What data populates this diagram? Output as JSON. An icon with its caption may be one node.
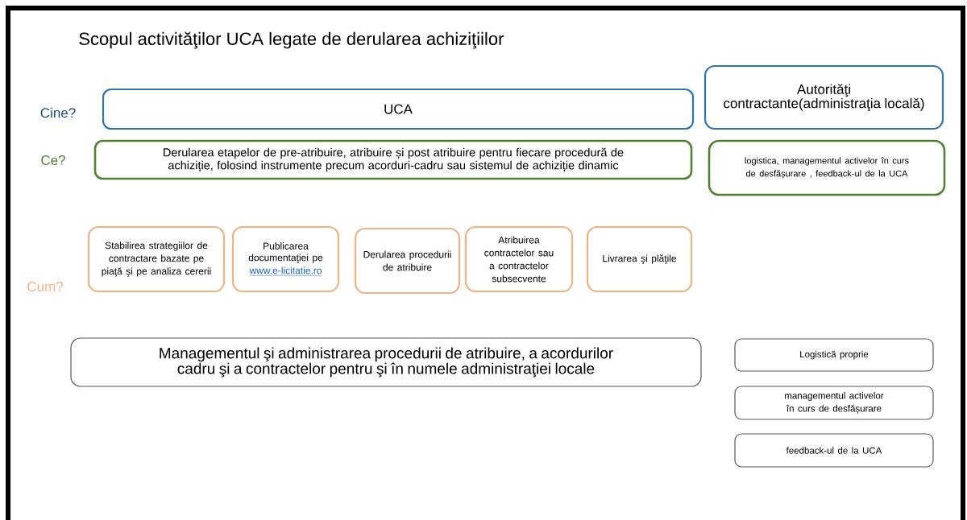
{
  "diagram": {
    "title": "Scopul activităţilor UCA legate de derularea achiziţiilor",
    "nodes": [
      {
        "text": [
          "UCA"
        ]
      },
      {
        "text": [
          "Autorităţi contractante(administraţia locală)"
        ]
      },
      {
        "text": [
          "Derularea etapelor de pre-atribuire, atribuire și post atribuire pentru fiecare procedură de achiziție, folosind instrumente precum acorduri-cadru sau sistemul de achiziție dinamic"
        ]
      },
      {
        "text": [
          "logistica, managementul activelor în curs de desfășurare , feedback-ul de la UCA"
        ]
      },
      {
        "text": [
          "Stabilirea strategiilor de contractare bazate pe piaţă şi pe analiza cererii"
        ]
      },
      {
        "text": [
          "Publicarea documentaţiei pe",
          "www.e-licitatie.ro"
        ]
      },
      {
        "text": [
          "Derularea procedurii de atribuire"
        ]
      },
      {
        "text": [
          "Atribuirea contractelor sau a contractelor subsecvente"
        ]
      },
      {
        "text": [
          "Livrarea şi plăţile"
        ]
      },
      {
        "text": [
          "Managementul şi administrarea procedurii de atribuire, a acordurilor cadru şi a contractelor pentru şi în numele administraţiei locale"
        ]
      },
      {
        "text": [
          "Logistică proprie"
        ]
      },
      {
        "text": [
          "managementul activelor în curs de desfășurare"
        ]
      },
      {
        "text": [
          "feedback-ul de la UCA"
        ]
      }
    ],
    "labels": [
      "Cine?",
      "Ce?",
      "Cum?"
    ]
  }
}
